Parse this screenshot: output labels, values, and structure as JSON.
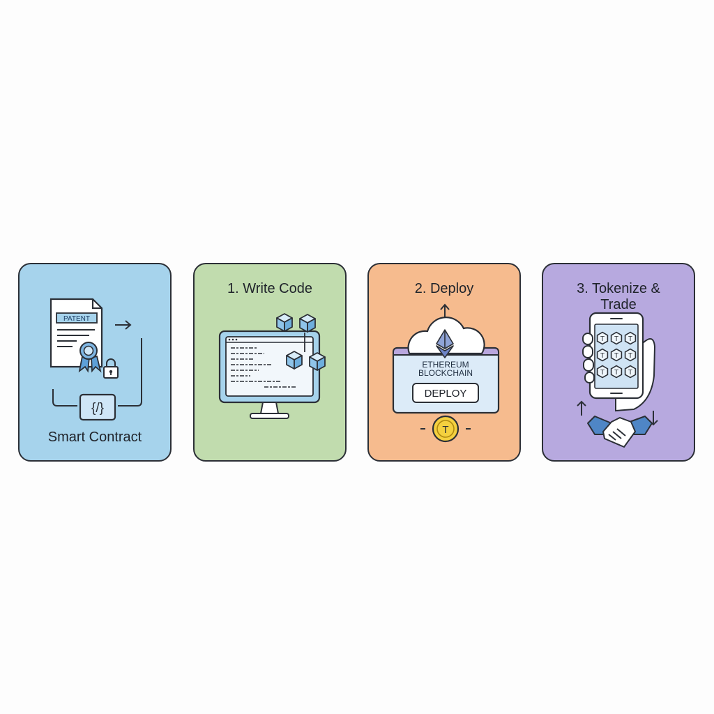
{
  "cards": [
    {
      "title": "Smart Contract",
      "patent_label": "PATENT",
      "code_label": "{/}"
    },
    {
      "title": "1. Write Code"
    },
    {
      "title": "2. Deploy",
      "network_line1": "ETHEREUM",
      "network_line2": "BLOCKCHAIN",
      "deploy_button": "DEPLOY",
      "token_symbol": "T"
    },
    {
      "title_line1": "3. Tokenize &",
      "title_line2": "Trade",
      "token_symbol": "T"
    }
  ],
  "colors": {
    "card1": "#a6d3ec",
    "card2": "#c1dcae",
    "card3": "#f6bb8e",
    "card4": "#b7a9df",
    "outline": "#2b2f36",
    "coin": "#f4d03f"
  },
  "icons": [
    "patent-document-icon",
    "award-ribbon-icon",
    "padlock-icon",
    "code-brackets-icon",
    "monitor-icon",
    "cube-blocks-icon",
    "cloud-icon",
    "ethereum-logo-icon",
    "coin-icon",
    "smartphone-icon",
    "hand-icon",
    "handshake-icon"
  ]
}
